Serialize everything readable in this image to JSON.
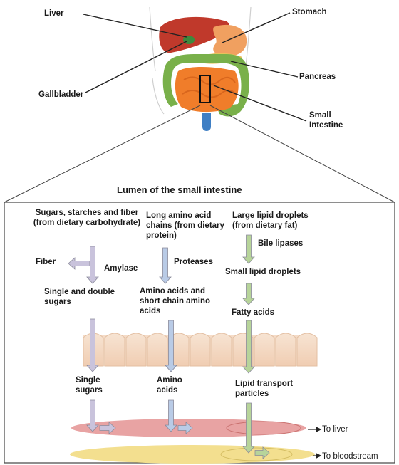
{
  "organs": {
    "liver": "Liver",
    "stomach": "Stomach",
    "gallbladder": "Gallbladder",
    "pancreas": "Pancreas",
    "small_intestine": "Small Intestine"
  },
  "lumen_title": "Lumen of the small intestine",
  "carbs": {
    "source": "Sugars, starches and fiber (from dietary carbohydrate)",
    "fiber": "Fiber",
    "enzyme": "Amylase",
    "product": "Single and double sugars",
    "absorbed": "Single sugars"
  },
  "protein": {
    "source": "Long amino acid chains (from dietary protein)",
    "enzyme": "Proteases",
    "product": "Amino acids and short chain amino acids",
    "absorbed": "Amino acids"
  },
  "fat": {
    "source": "Large lipid droplets (from dietary fat)",
    "enzyme": "Bile lipases",
    "intermediate": "Small lipid droplets",
    "product": "Fatty acids",
    "absorbed": "Lipid transport particles"
  },
  "destinations": {
    "liver": "To liver",
    "bloodstream": "To bloodstream"
  },
  "colors": {
    "carb_arrow": "#c9c3dc",
    "protein_arrow": "#b9cbe6",
    "fat_arrow": "#b7d49a",
    "blood_vessel": "#e8a3a3",
    "lymph_vessel": "#f3df8f",
    "villi": "#f5dcc8",
    "liver": "#c0392b",
    "stomach": "#f0a060",
    "colon": "#79b04a",
    "small_intestine": "#f07d2a"
  }
}
